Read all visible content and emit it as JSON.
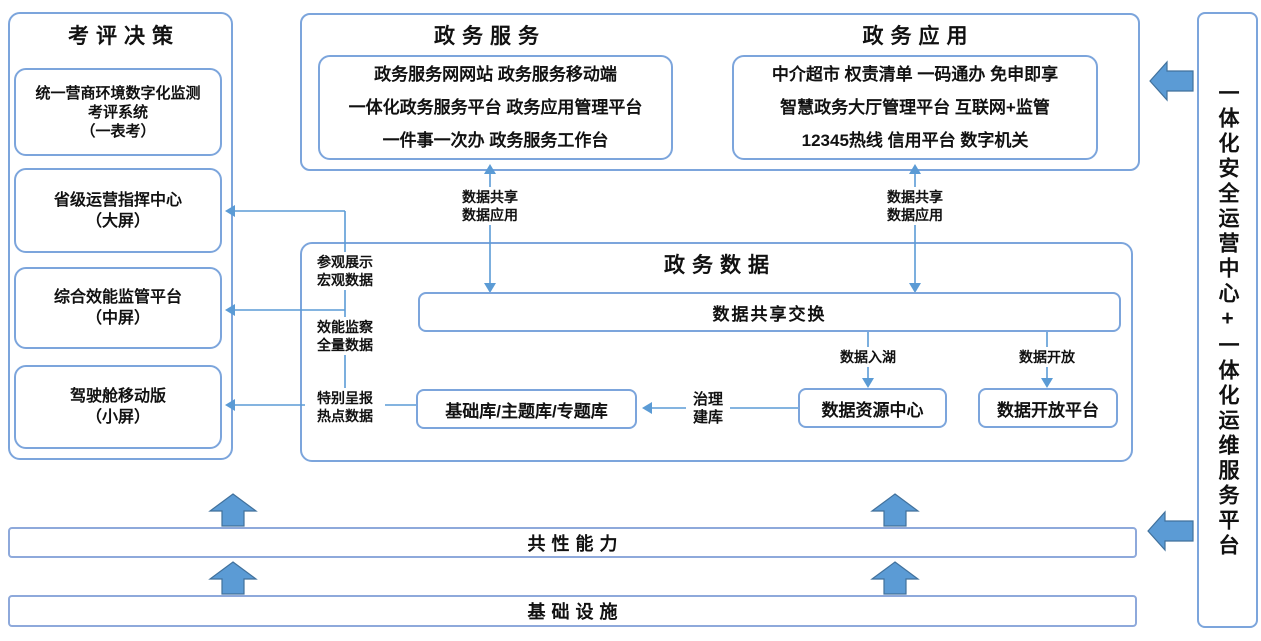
{
  "colors": {
    "box_border": "#7ca5dc",
    "bar_border": "#8ea9db",
    "line": "#5b9bd5",
    "thick_arrow_fill": "#5b9bd5",
    "thick_arrow_stroke": "#41719c",
    "text": "#111111"
  },
  "left_panel": {
    "title": "考评决策",
    "box1": {
      "line1": "统一营商环境数字化监测",
      "line2": "考评系统",
      "line3": "（一表考）"
    },
    "box2": {
      "line1": "省级运营指挥中心",
      "line2": "（大屏）"
    },
    "box3": {
      "line1": "综合效能监管平台",
      "line2": "（中屏）"
    },
    "box4": {
      "line1": "驾驶舱移动版",
      "line2": "（小屏）"
    }
  },
  "top_section": {
    "service": {
      "title": "政务服务",
      "line1": "政务服务网网站 政务服务移动端",
      "line2": "一体化政务服务平台 政务应用管理平台",
      "line3": "一件事一次办 政务服务工作台"
    },
    "application": {
      "title": "政务应用",
      "line1": "中介超市 权责清单 一码通办 免申即享",
      "line2": "智慧政务大厅管理平台 互联网+监管",
      "line3": "12345热线 信用平台 数字机关"
    }
  },
  "connectors": {
    "share_left": {
      "line1": "数据共享",
      "line2": "数据应用"
    },
    "share_right": {
      "line1": "数据共享",
      "line2": "数据应用"
    },
    "display": {
      "line1": "参观展示",
      "line2": "宏观数据"
    },
    "supervision": {
      "line1": "效能监察",
      "line2": "全量数据"
    },
    "report": {
      "line1": "特别呈报",
      "line2": "热点数据"
    },
    "governance": {
      "line1": "治理",
      "line2": "建库"
    },
    "lake": "数据入湖",
    "open": "数据开放"
  },
  "data_section": {
    "title": "政务数据",
    "exchange_bar": "数据共享交换",
    "library_box": "基础库/主题库/专题库",
    "resource_center": "数据资源中心",
    "open_platform": "数据开放平台"
  },
  "bottom_bars": {
    "common": "共性能力",
    "infrastructure": "基础设施"
  },
  "right_panel": {
    "text": "一体化安全运营中心+一体化运维服务平台"
  }
}
